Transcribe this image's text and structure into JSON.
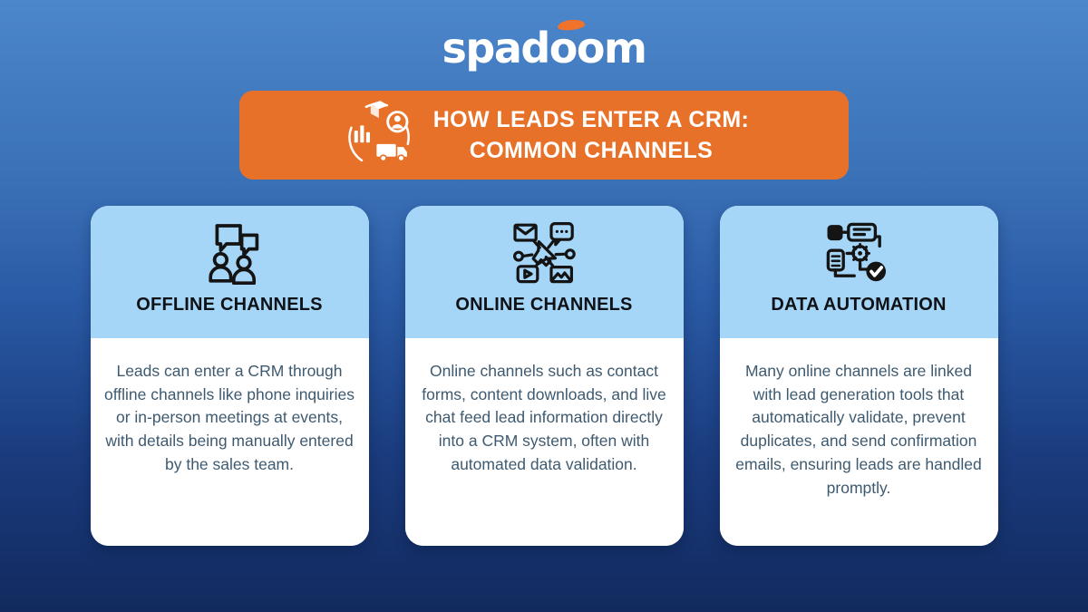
{
  "logo": {
    "text": "spadoom",
    "accent_color": "#f1732b"
  },
  "banner": {
    "line1": "HOW LEADS ENTER A CRM:",
    "line2": "COMMON CHANNELS",
    "bg_color": "#e87129",
    "text_color": "#ffffff",
    "icon": "supply-chain-cycle-icon"
  },
  "cards": [
    {
      "icon": "people-conversation-icon",
      "title": "OFFLINE CHANNELS",
      "body": "Leads can enter a CRM through offline channels like phone inquiries or in-person meetings at events, with details being manually entered by the sales team."
    },
    {
      "icon": "digital-channels-megaphone-icon",
      "title": "ONLINE CHANNELS",
      "body": "Online channels such as contact forms, content downloads, and live chat feed lead information directly into a CRM system, often with automated data validation."
    },
    {
      "icon": "automation-workflow-icon",
      "title": "DATA AUTOMATION",
      "body": "Many online channels are linked with lead generation tools that automatically validate, prevent duplicates, and send confirmation emails, ensuring leads are handled promptly."
    }
  ],
  "colors": {
    "background_top": "#4c86cb",
    "background_bottom": "#122a5e",
    "card_header_blue": "#a6d6f7",
    "card_body_white": "#ffffff",
    "body_text": "#3e5a70",
    "title_text": "#0e1216",
    "banner_orange": "#e87129"
  }
}
